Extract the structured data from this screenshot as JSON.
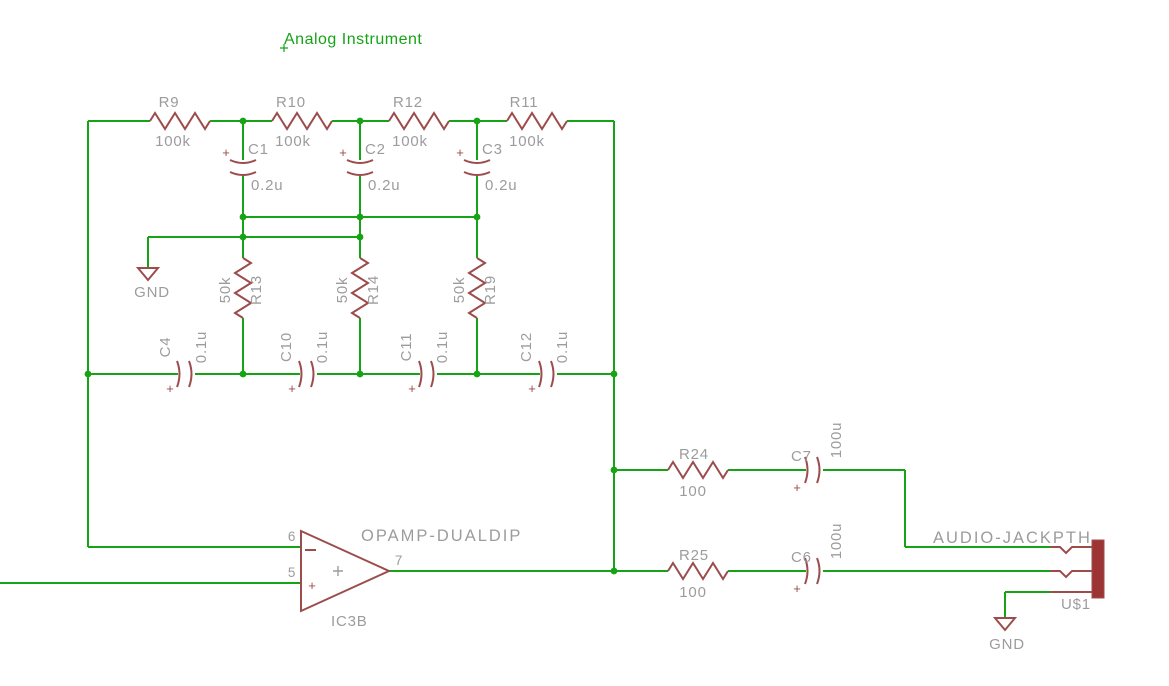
{
  "title": "Analog Instrument",
  "colors": {
    "wire": "#16a316",
    "sym": "#9c4c4c",
    "lbl": "#9c9c9c",
    "fill": "#9c3434",
    "bg": "#ffffff"
  },
  "marks": {
    "plus": "+"
  },
  "power": {
    "gnd_left": "GND",
    "gnd_right": "GND"
  },
  "components": {
    "r9": {
      "name": "R9",
      "value": "100k"
    },
    "r10": {
      "name": "R10",
      "value": "100k"
    },
    "r12": {
      "name": "R12",
      "value": "100k"
    },
    "r11": {
      "name": "R11",
      "value": "100k"
    },
    "c1": {
      "name": "C1",
      "value": "0.2u"
    },
    "c2": {
      "name": "C2",
      "value": "0.2u"
    },
    "c3": {
      "name": "C3",
      "value": "0.2u"
    },
    "r13": {
      "name": "R13",
      "value": "50k"
    },
    "r14": {
      "name": "R14",
      "value": "50k"
    },
    "r19": {
      "name": "R19",
      "value": "50k"
    },
    "c4": {
      "name": "C4",
      "value": "0.1u"
    },
    "c10": {
      "name": "C10",
      "value": "0.1u"
    },
    "c11": {
      "name": "C11",
      "value": "0.1u"
    },
    "c12": {
      "name": "C12",
      "value": "0.1u"
    },
    "r24": {
      "name": "R24",
      "value": "100"
    },
    "r25": {
      "name": "R25",
      "value": "100"
    },
    "c7": {
      "name": "C7",
      "value": "100u"
    },
    "c6": {
      "name": "C6",
      "value": "100u"
    },
    "ic3b": {
      "name": "IC3B",
      "part": "OPAMP-DUALDIP",
      "pins": {
        "inverting": "6",
        "noninverting": "5",
        "output": "7"
      }
    },
    "u1": {
      "name": "U$1",
      "part": "AUDIO-JACKPTH"
    }
  }
}
